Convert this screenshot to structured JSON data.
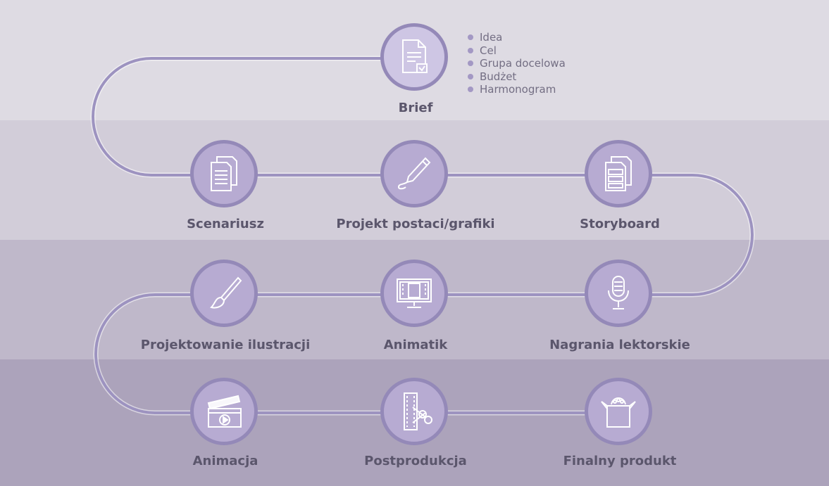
{
  "steps": [
    {
      "id": "brief",
      "label": "Brief",
      "icon": "document-check-icon"
    },
    {
      "id": "scenariusz",
      "label": "Scenariusz",
      "icon": "documents-icon"
    },
    {
      "id": "projekt",
      "label": "Projekt postaci/grafiki",
      "icon": "pencil-icon"
    },
    {
      "id": "storyboard",
      "label": "Storyboard",
      "icon": "storyboard-icon"
    },
    {
      "id": "projektowanie",
      "label": "Projektowanie ilustracji",
      "icon": "paintbrush-icon"
    },
    {
      "id": "animatik",
      "label": "Animatik",
      "icon": "monitor-film-icon"
    },
    {
      "id": "nagrania",
      "label": "Nagrania lektorskie",
      "icon": "microphone-icon"
    },
    {
      "id": "animacja",
      "label": "Animacja",
      "icon": "clapperboard-icon"
    },
    {
      "id": "postprodukcja",
      "label": "Postprodukcja",
      "icon": "film-scissors-icon"
    },
    {
      "id": "finalny",
      "label": "Finalny produkt",
      "icon": "open-box-icon"
    }
  ],
  "brief_points": [
    "Idea",
    "Cel",
    "Grupa docelowa",
    "Budżet",
    "Harmonogram"
  ],
  "colors": {
    "node_fill": "#b7abd2",
    "node_border": "#9489b8",
    "path": "#9d93c0",
    "label": "#5b566c"
  }
}
